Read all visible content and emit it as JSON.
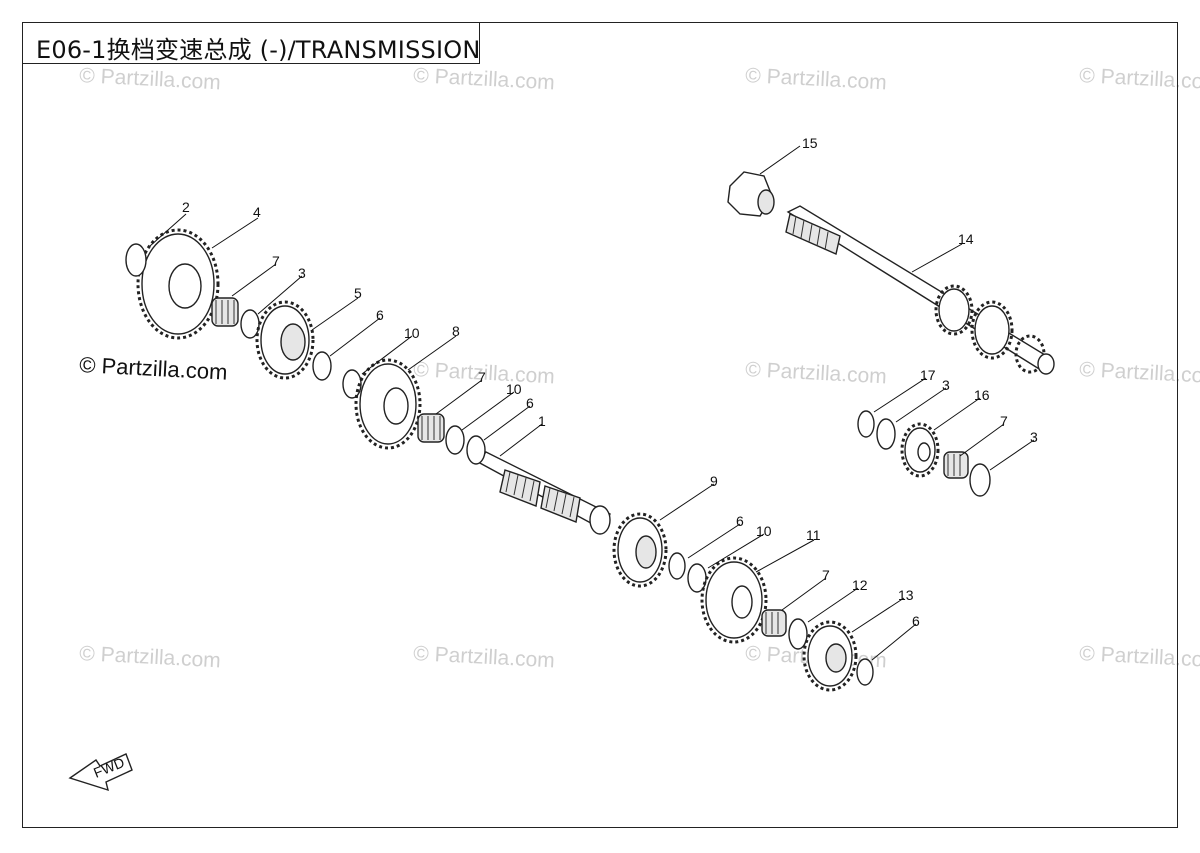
{
  "title": "E06-1换档变速总成 (-)/TRANSMISSION",
  "copyright": "© Partzilla.com",
  "watermark": "© Partzilla.com",
  "fwd_label": "FWD",
  "callouts": [
    {
      "label": "1"
    },
    {
      "label": "2"
    },
    {
      "label": "3"
    },
    {
      "label": "3"
    },
    {
      "label": "3"
    },
    {
      "label": "4"
    },
    {
      "label": "5"
    },
    {
      "label": "6"
    },
    {
      "label": "6"
    },
    {
      "label": "6"
    },
    {
      "label": "6"
    },
    {
      "label": "7"
    },
    {
      "label": "7"
    },
    {
      "label": "7"
    },
    {
      "label": "7"
    },
    {
      "label": "8"
    },
    {
      "label": "9"
    },
    {
      "label": "10"
    },
    {
      "label": "10"
    },
    {
      "label": "10"
    },
    {
      "label": "11"
    },
    {
      "label": "12"
    },
    {
      "label": "13"
    },
    {
      "label": "14"
    },
    {
      "label": "15"
    },
    {
      "label": "16"
    },
    {
      "label": "17"
    }
  ]
}
